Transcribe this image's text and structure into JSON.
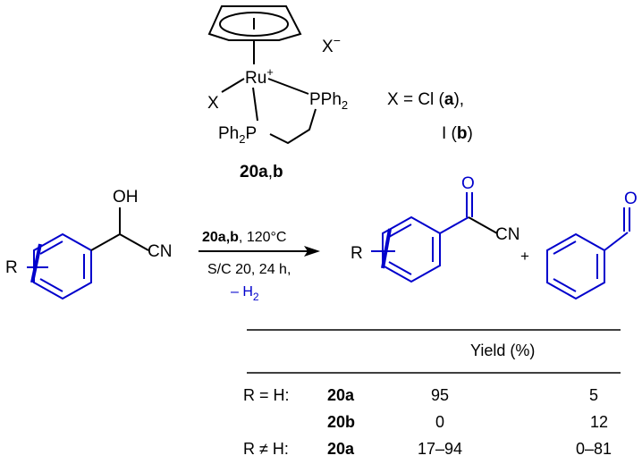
{
  "catalyst": {
    "counter_ion": "X",
    "counter_ion_charge": "−",
    "metal": "Ru",
    "metal_charge": "+",
    "ligand_x": "X",
    "phosphine_right": "PPh",
    "phosphine_right_sub": "2",
    "phosphine_left": "Ph",
    "phosphine_left_sub": "2",
    "phosphine_left_p": "P",
    "definition_line1_prefix": "X = Cl (",
    "definition_line1_bold": "a",
    "definition_line1_suffix": "),",
    "definition_line2_prefix": "I (",
    "definition_line2_bold": "b",
    "definition_line2_suffix": ")",
    "label_num": "20",
    "label_a": "a",
    "label_sep": ",",
    "label_b": "b"
  },
  "substrate": {
    "oh": "OH",
    "cn": "CN",
    "r": "R"
  },
  "conditions": {
    "catalyst_bold": "20a,b",
    "line1_rest": ", 120°C",
    "line2": "S/C 20, 24 h,",
    "line3_prefix": "– H",
    "line3_sub": "2"
  },
  "product1": {
    "o": "O",
    "cn": "CN",
    "r": "R"
  },
  "plus": "+",
  "product2": {
    "o": "O"
  },
  "table": {
    "header": "Yield (%)",
    "rows": [
      {
        "condition": "R = H:",
        "catalyst": "20a",
        "yield1": "95",
        "yield2": "5"
      },
      {
        "condition": "",
        "catalyst": "20b",
        "yield1": "0",
        "yield2": "12"
      },
      {
        "condition": "R ≠ H:",
        "catalyst": "20a",
        "yield1": "17–94",
        "yield2": "0–81"
      }
    ]
  }
}
